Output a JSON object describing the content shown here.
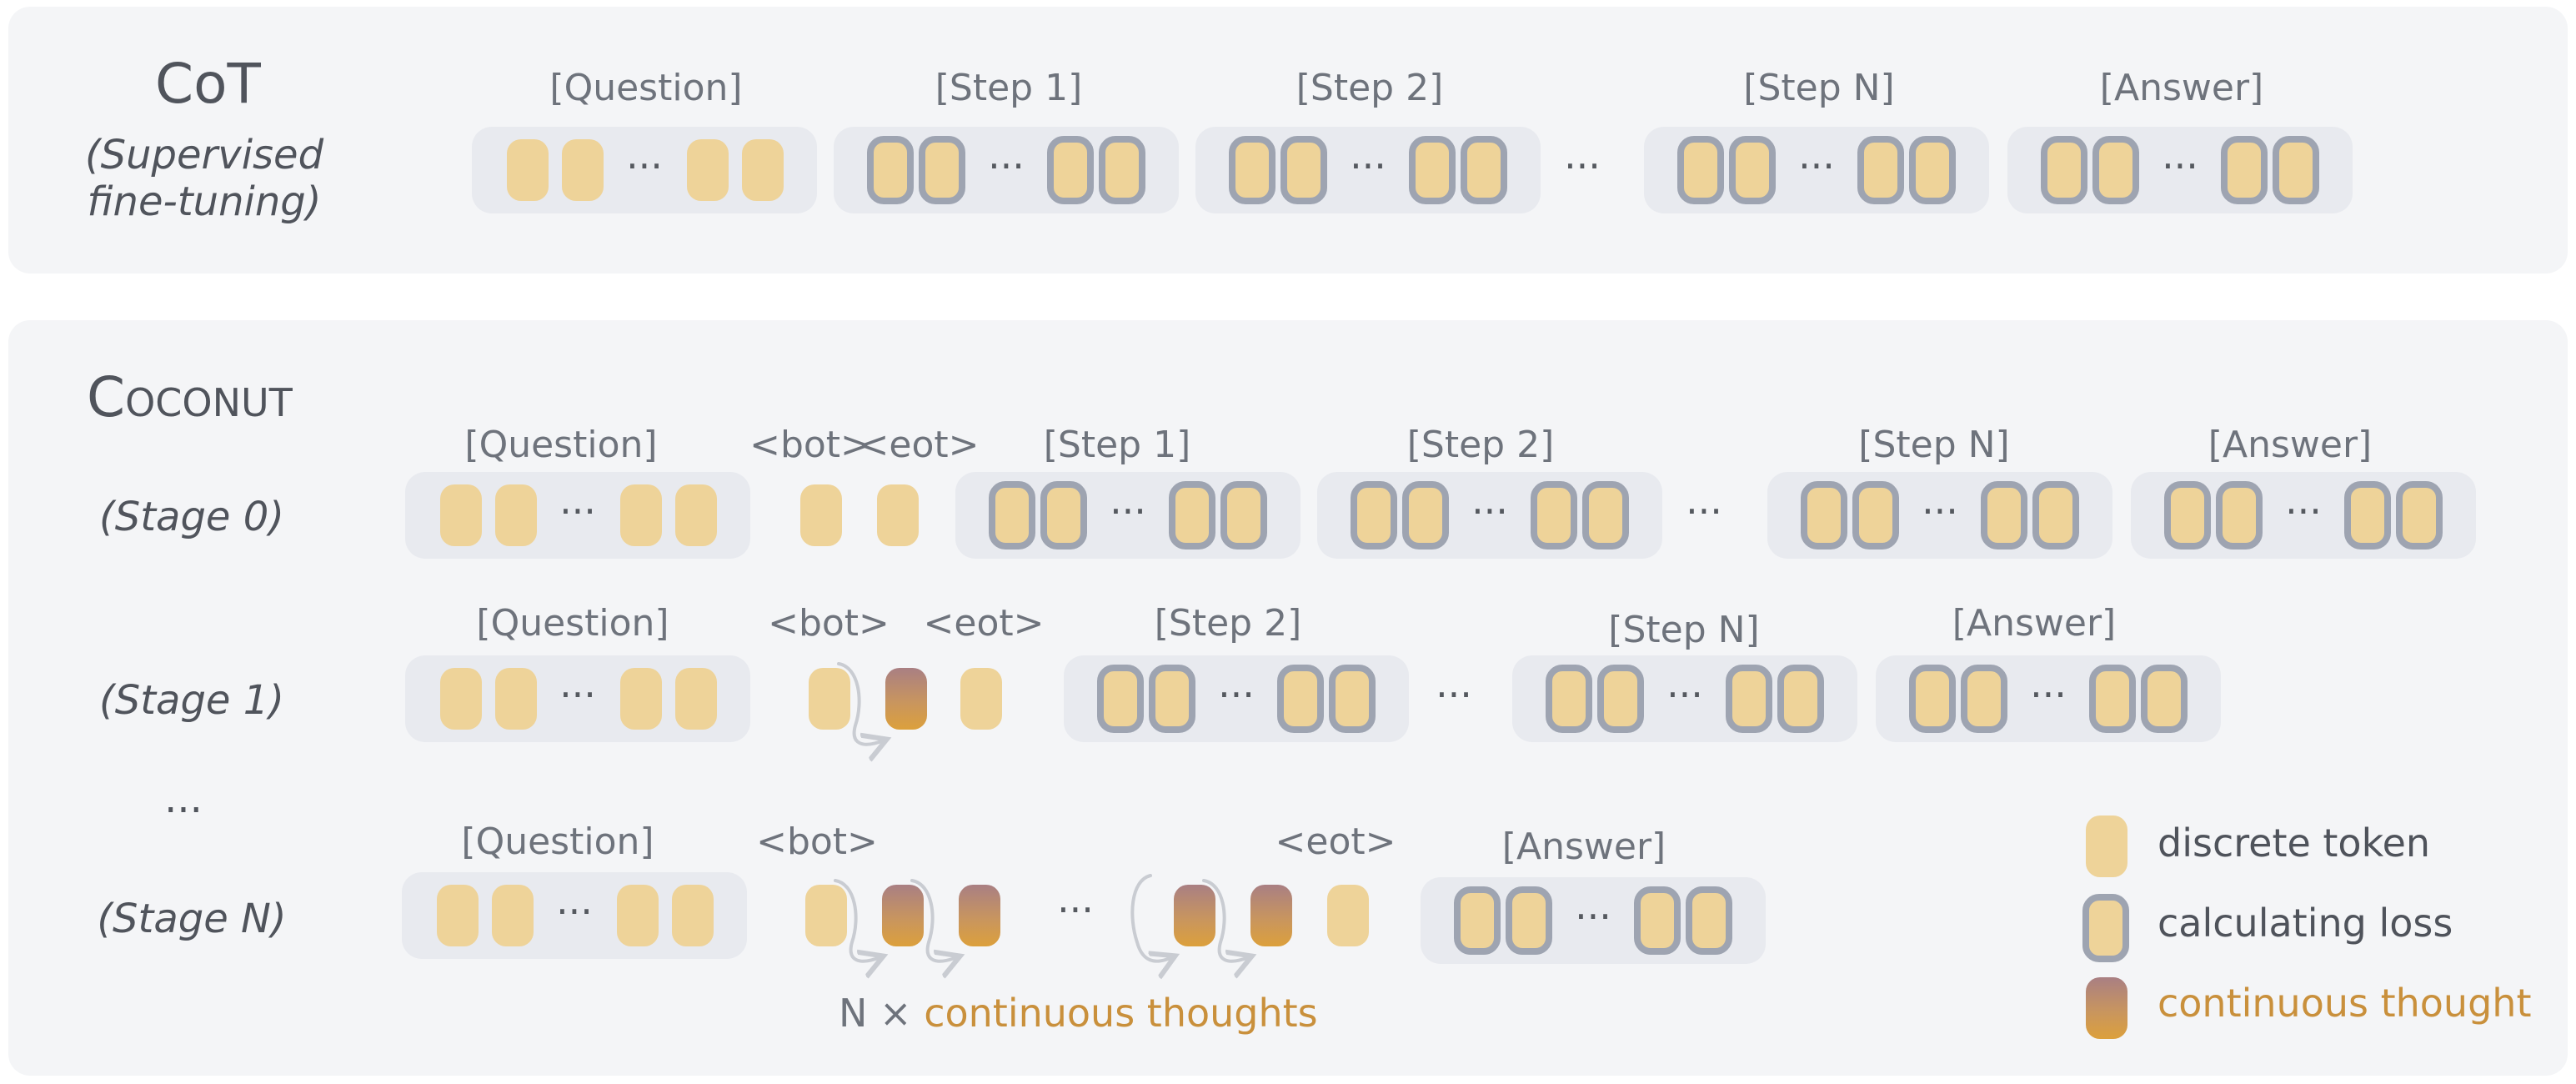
{
  "cot": {
    "title": "CoT",
    "subtitle_line1": "(Supervised",
    "subtitle_line2": "fine-tuning)",
    "labels": {
      "question": "[Question]",
      "step1": "[Step 1]",
      "step2": "[Step 2]",
      "stepn": "[Step N]",
      "answer": "[Answer]"
    }
  },
  "coconut": {
    "title": "Coconut",
    "stage0": "(Stage 0)",
    "stage1": "(Stage 1)",
    "stage_ellipsis": "...",
    "stagen": "(Stage N)",
    "labels": {
      "question": "[Question]",
      "bot": "<bot>",
      "eot": "<eot>",
      "step1": "[Step 1]",
      "step2": "[Step 2]",
      "stepn": "[Step N]",
      "answer": "[Answer]"
    }
  },
  "ellipsis": "···",
  "legend": {
    "discrete": "discrete token",
    "loss": "calculating loss",
    "thought": "continuous thought"
  },
  "note": {
    "prefix": "N × ",
    "suffix": "continuous thoughts"
  },
  "colors": {
    "token": "#eed399",
    "loss_border": "#9ea4b1",
    "thought_top": "#a97f83",
    "thought_bottom": "#dca03c",
    "accent_text": "#c9903c",
    "panel": "#f4f5f7",
    "group": "#e8eaef"
  }
}
